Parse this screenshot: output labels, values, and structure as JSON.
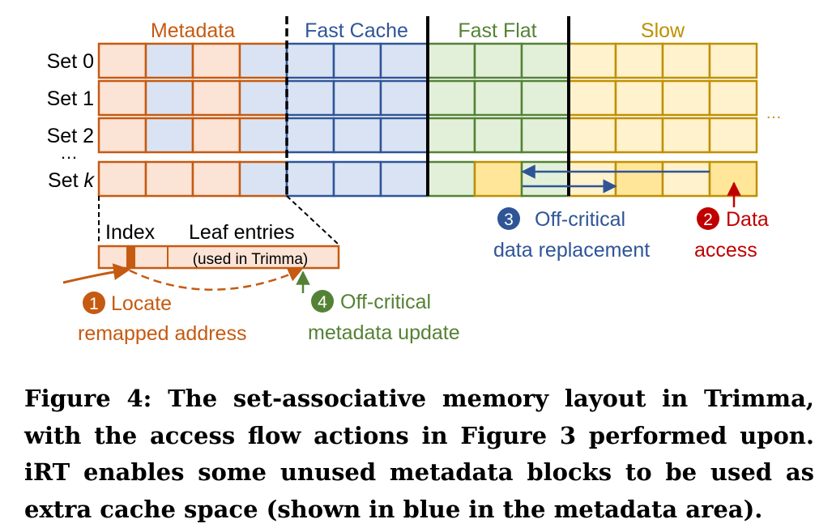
{
  "colors": {
    "metadata": "#c55a11",
    "metadata_fill": "#fbe3d5",
    "fast_cache": "#2f5597",
    "cache_fill": "#dae3f3",
    "fast_flat": "#548235",
    "flat_fill": "#e2f0d9",
    "slow": "#bf9000",
    "slow_fill": "#fff2cc",
    "slow_highlight": "#ffe699",
    "data_access": "#c00000"
  },
  "regions": {
    "metadata": "Metadata",
    "fast_cache": "Fast Cache",
    "fast_flat": "Fast Flat",
    "slow": "Slow"
  },
  "sets": {
    "set0": "Set 0",
    "set1": "Set 1",
    "set2": "Set 2",
    "vdots": "…",
    "setk_prefix": "Set ",
    "setk_var": "k"
  },
  "more": "…",
  "leaf": {
    "index_label": "Index",
    "entries_label": "Leaf entries",
    "used_in": "(used in Trimma)"
  },
  "steps": [
    {
      "num": "1",
      "line1": "Locate",
      "line2": "remapped address"
    },
    {
      "num": "2",
      "line1": "Data",
      "line2": "access"
    },
    {
      "num": "3",
      "line1": "Off-critical",
      "line2": "data replacement"
    },
    {
      "num": "4",
      "line1": "Off-critical",
      "line2": "metadata update"
    }
  ],
  "caption": "Figure 4: The set-associative memory layout in Trimma, with the access flow actions in Figure 3 performed upon. iRT enables some unused metadata blocks to be used as extra cache space (shown in blue in the metadata area)."
}
